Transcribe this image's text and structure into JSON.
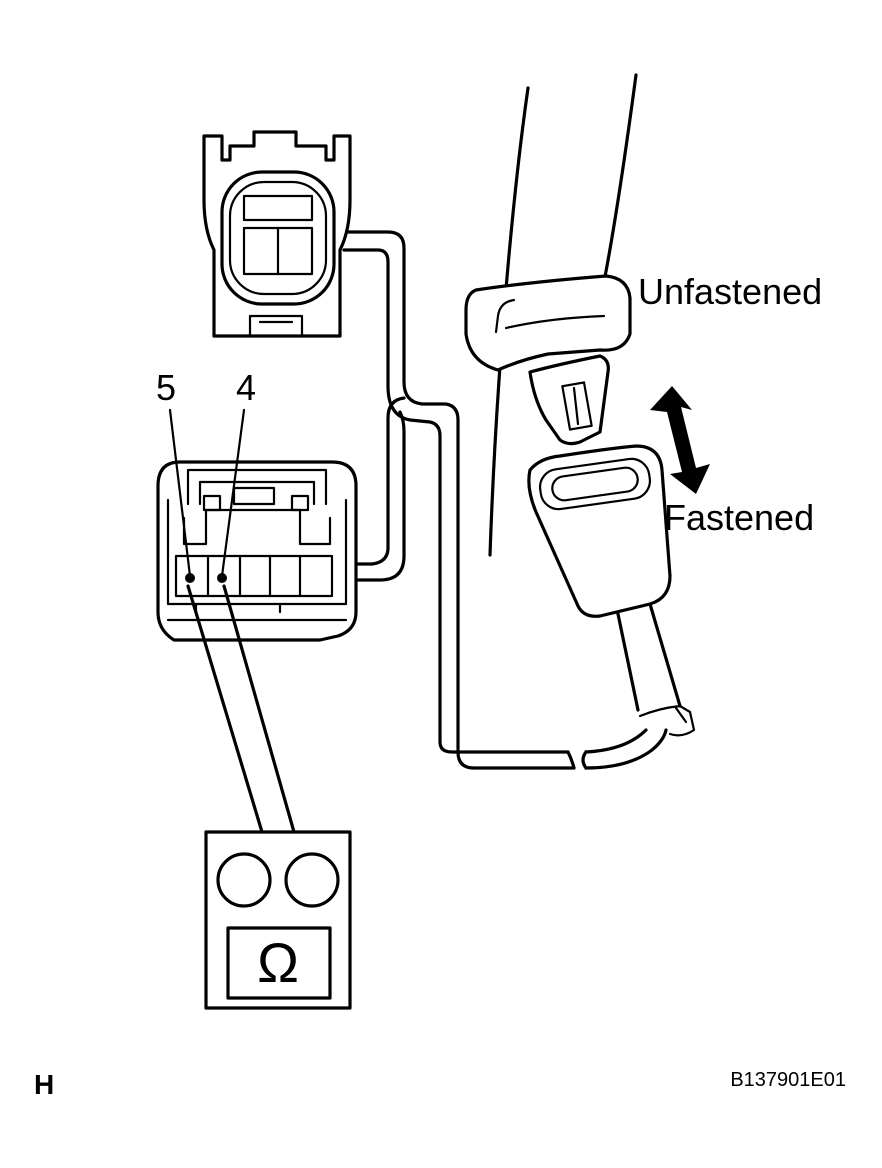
{
  "labels": {
    "pin_5": "5",
    "pin_4": "4",
    "unfastened": "Unfastened",
    "fastened": "Fastened",
    "ohm_symbol": "Ω",
    "corner_letter": "H",
    "figure_code": "B137901E01"
  },
  "icons": {
    "double_arrow": "double-headed-arrow-icon",
    "ohmmeter": "ohmmeter-icon"
  },
  "colors": {
    "line": "#000000",
    "background": "#ffffff"
  }
}
